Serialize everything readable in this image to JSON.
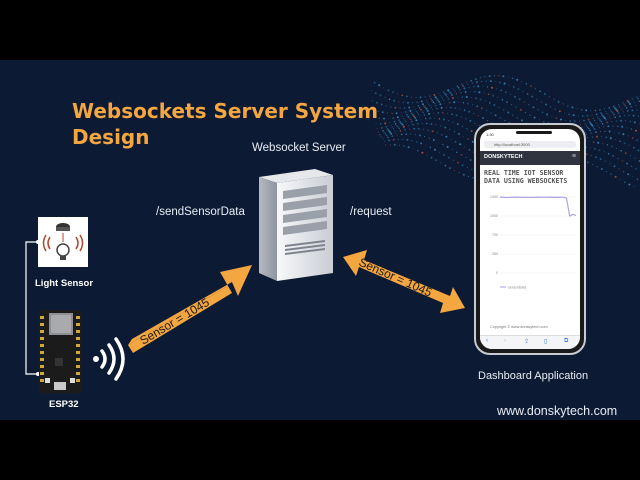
{
  "title": "Websockets Server System Design",
  "server_label": "Websocket Server",
  "endpoint_send": "/sendSensorData",
  "endpoint_request": "/request",
  "arrow_left_label": "Sensor = 1045",
  "arrow_right_label": "Sensor = 1045",
  "light_sensor_label": "Light Sensor",
  "esp32_label": "ESP32",
  "dashboard_label": "Dashboard Application",
  "website": "www.donskytech.com",
  "phone": {
    "status_time": "1:30",
    "url": "http://localhost:3000",
    "brand": "DONSKYTECH",
    "menu_icon": "hamburger-icon",
    "dashboard_title": "REAL TIME IOT SENSOR DATA USING WEBSOCKETS",
    "legend": "sensorData",
    "copyright": "Copyright © www.donskytech.com"
  },
  "chart_data": {
    "type": "line",
    "title": "",
    "xlabel": "",
    "ylabel": "",
    "ylim": [
      0,
      1400
    ],
    "yticks": [
      "0",
      "350",
      "700",
      "1050",
      "1400"
    ],
    "series": [
      {
        "name": "sensorData",
        "values": [
          1400,
          1395,
          1390,
          1392,
          1395,
          1398,
          1395,
          1393,
          1396,
          1394,
          1392,
          1395,
          1398,
          1396,
          1394,
          1395,
          1397,
          1395,
          1393,
          1396,
          1394,
          1380,
          1050,
          1080,
          1060
        ]
      }
    ]
  },
  "colors": {
    "background": "#0d1a33",
    "accent": "#f4a640",
    "arrow": "#f4a640"
  }
}
